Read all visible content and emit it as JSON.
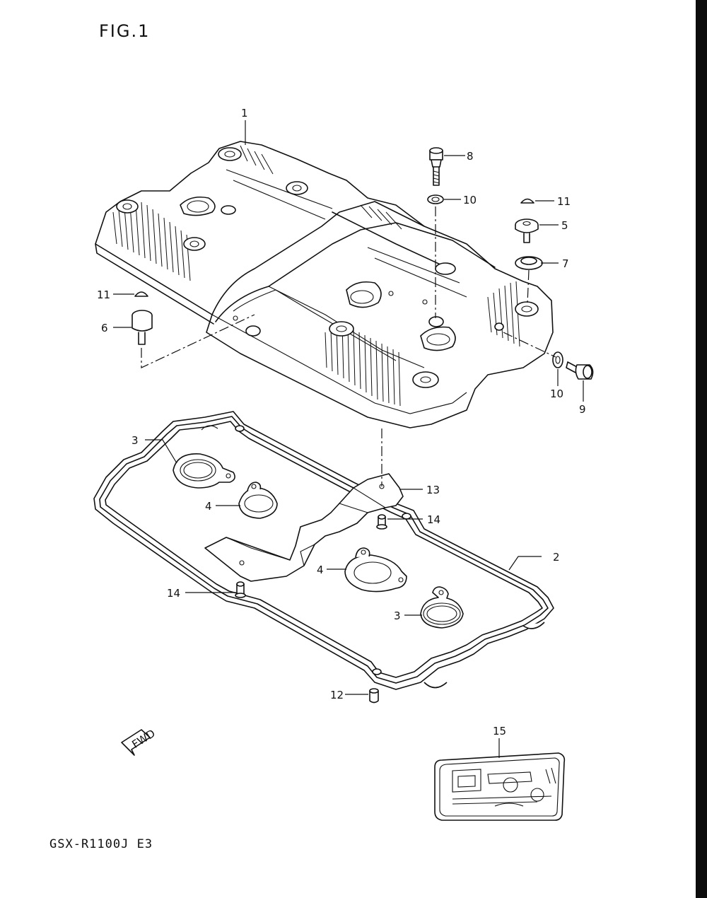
{
  "figure": {
    "title": "FIG.1",
    "model": "GSX-R1100J E3"
  },
  "fwd_label": "FWD",
  "callouts": {
    "c1": "1",
    "c2": "2",
    "c3a": "3",
    "c3b": "3",
    "c4a": "4",
    "c4b": "4",
    "c5": "5",
    "c6": "6",
    "c7": "7",
    "c8": "8",
    "c9": "9",
    "c10a": "10",
    "c10b": "10",
    "c11a": "11",
    "c11b": "11",
    "c12": "12",
    "c13": "13",
    "c14a": "14",
    "c14b": "14",
    "c15": "15"
  }
}
